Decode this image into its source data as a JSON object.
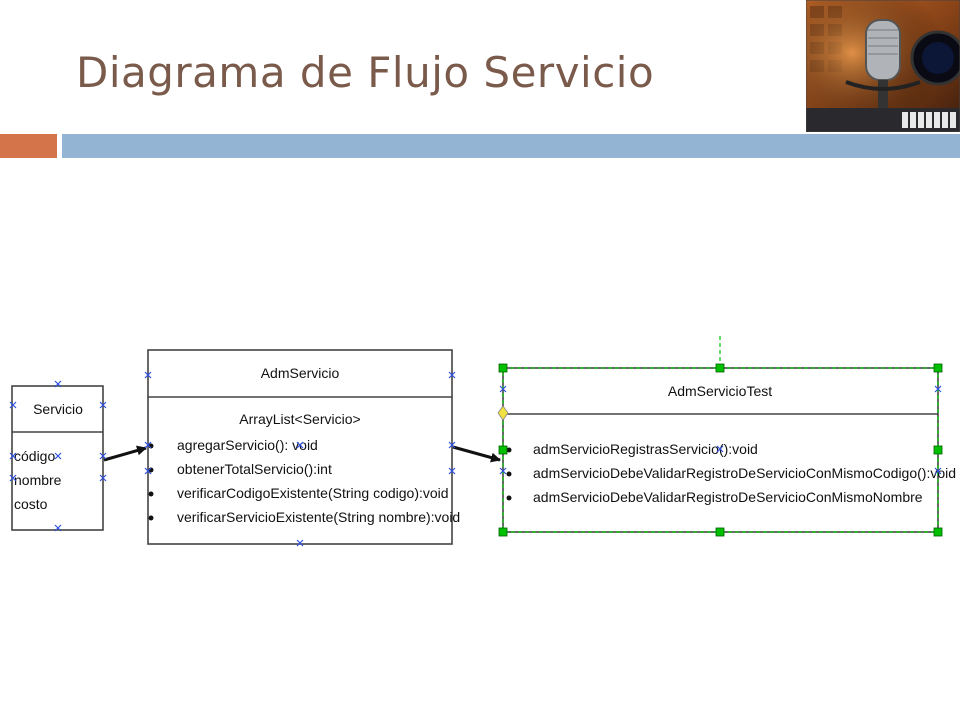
{
  "slide": {
    "title": "Diagrama de Flujo Servicio"
  },
  "diagram": {
    "classes": [
      {
        "name": "Servicio",
        "attributes": [],
        "members": [
          "código",
          "nombre",
          "costo"
        ]
      },
      {
        "name": "AdmServicio",
        "attributes": [
          "ArrayList<Servicio>"
        ],
        "members": [
          "agregarServicio(): void",
          "obtenerTotalServicio():int",
          "verificarCodigoExistente(String codigo):void",
          "verificarServicioExistente(String nombre):void"
        ]
      },
      {
        "name": "AdmServicioTest",
        "attributes": [],
        "members": [
          "admServicioRegistrasServicio():void",
          "admServicioDebeValidarRegistroDeServicioConMismoCodigo():void",
          "admServicioDebeValidarRegistroDeServicioConMismoNombre"
        ]
      }
    ]
  },
  "colors": {
    "title": "#7a5a4a",
    "accent_orange": "#d4744a",
    "accent_blue": "#93b4d2",
    "selection_handle": "#00c000",
    "connector_marker": "#3050e0",
    "anchor_handle": "#f0e040"
  },
  "icons": {
    "photo": "recording-studio-microphone-photo"
  }
}
